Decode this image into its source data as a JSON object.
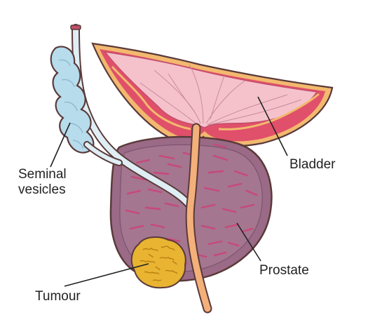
{
  "labels": {
    "seminal_vesicles_line1": "Seminal",
    "seminal_vesicles_line2": "vesicles",
    "bladder": "Bladder",
    "prostate": "Prostate",
    "tumour": "Tumour"
  },
  "colors": {
    "outline": "#5a3a3a",
    "prostate_fill": "#9a6a86",
    "prostate_striation": "#c9477a",
    "bladder_wall": "#e0506a",
    "bladder_outer": "#f2b96f",
    "bladder_inner": "#f5c2cc",
    "vesicle_fill": "#b7dcec",
    "duct_fill": "#dfeef4",
    "urethra_fill": "#f4b07a",
    "tumour_fill": "#e8b431",
    "tumour_texture": "#b77a10",
    "leader_line": "#222222"
  }
}
